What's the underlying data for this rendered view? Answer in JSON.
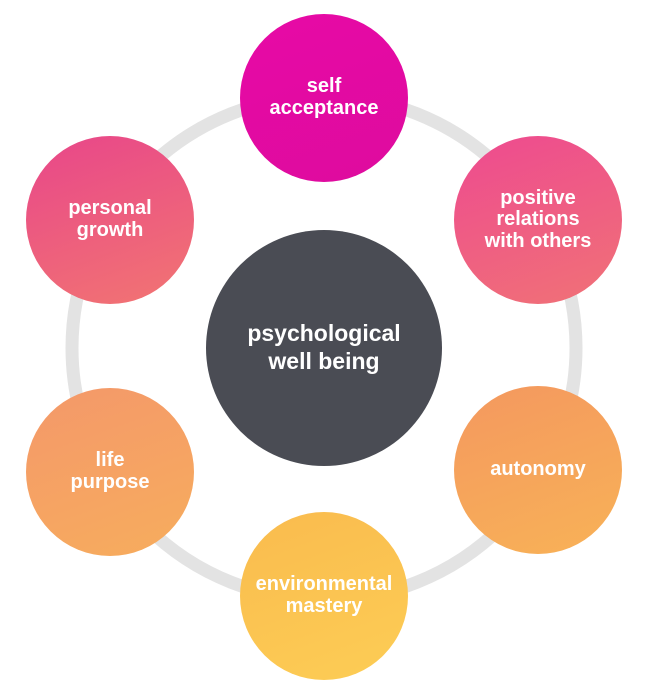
{
  "diagram": {
    "center": {
      "label": "psychological\nwell being",
      "color": "#4a4c54"
    },
    "ring_color": "#e3e3e3",
    "nodes": [
      {
        "id": "self-acceptance",
        "label": "self\nacceptance",
        "color": "#e20aa3"
      },
      {
        "id": "positive-relations",
        "label": "positive\nrelations\nwith others",
        "color": "#ef5b84"
      },
      {
        "id": "autonomy",
        "label": "autonomy",
        "color": "#f6a35b"
      },
      {
        "id": "environmental-mastery",
        "label": "environmental\nmastery",
        "color": "#fbc451"
      },
      {
        "id": "life-purpose",
        "label": "life\npurpose",
        "color": "#f6a262"
      },
      {
        "id": "personal-growth",
        "label": "personal\ngrowth",
        "color": "#ec5a80"
      }
    ]
  }
}
